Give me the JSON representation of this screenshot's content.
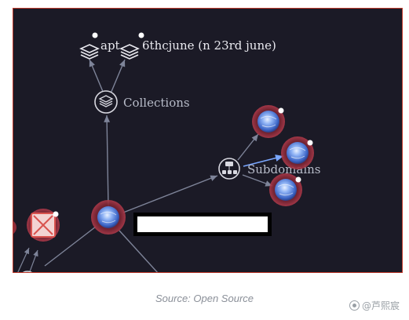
{
  "graph": {
    "labels": {
      "apt": "apt",
      "collection_overlap": "6thcjune (n 23rd june)",
      "collections": "Collections",
      "subdomains": "Subdomains"
    }
  },
  "caption": "Source: Open Source",
  "watermark": "@芦熙宸",
  "colors": {
    "background": "#1b1a26",
    "edge": "#7e8499",
    "highlight_edge": "#7aa7ff",
    "node_ring": "#8e2d3a",
    "globe": "#5e8fe6",
    "frame_border": "#c0392b"
  }
}
